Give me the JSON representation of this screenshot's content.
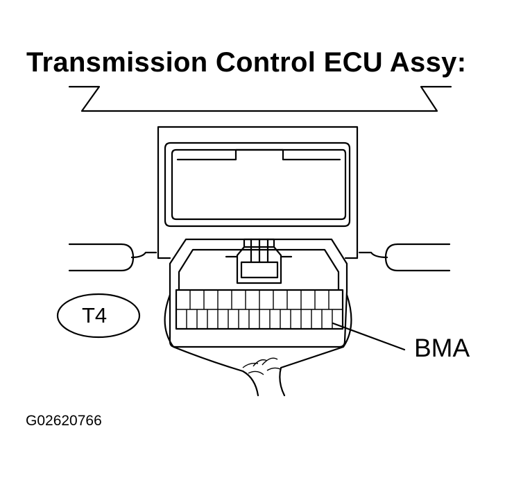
{
  "diagram": {
    "title": "Transmission Control ECU Assy:",
    "connector_id": "T4",
    "pin_callout": "BMA",
    "figure_code": "G02620766"
  }
}
